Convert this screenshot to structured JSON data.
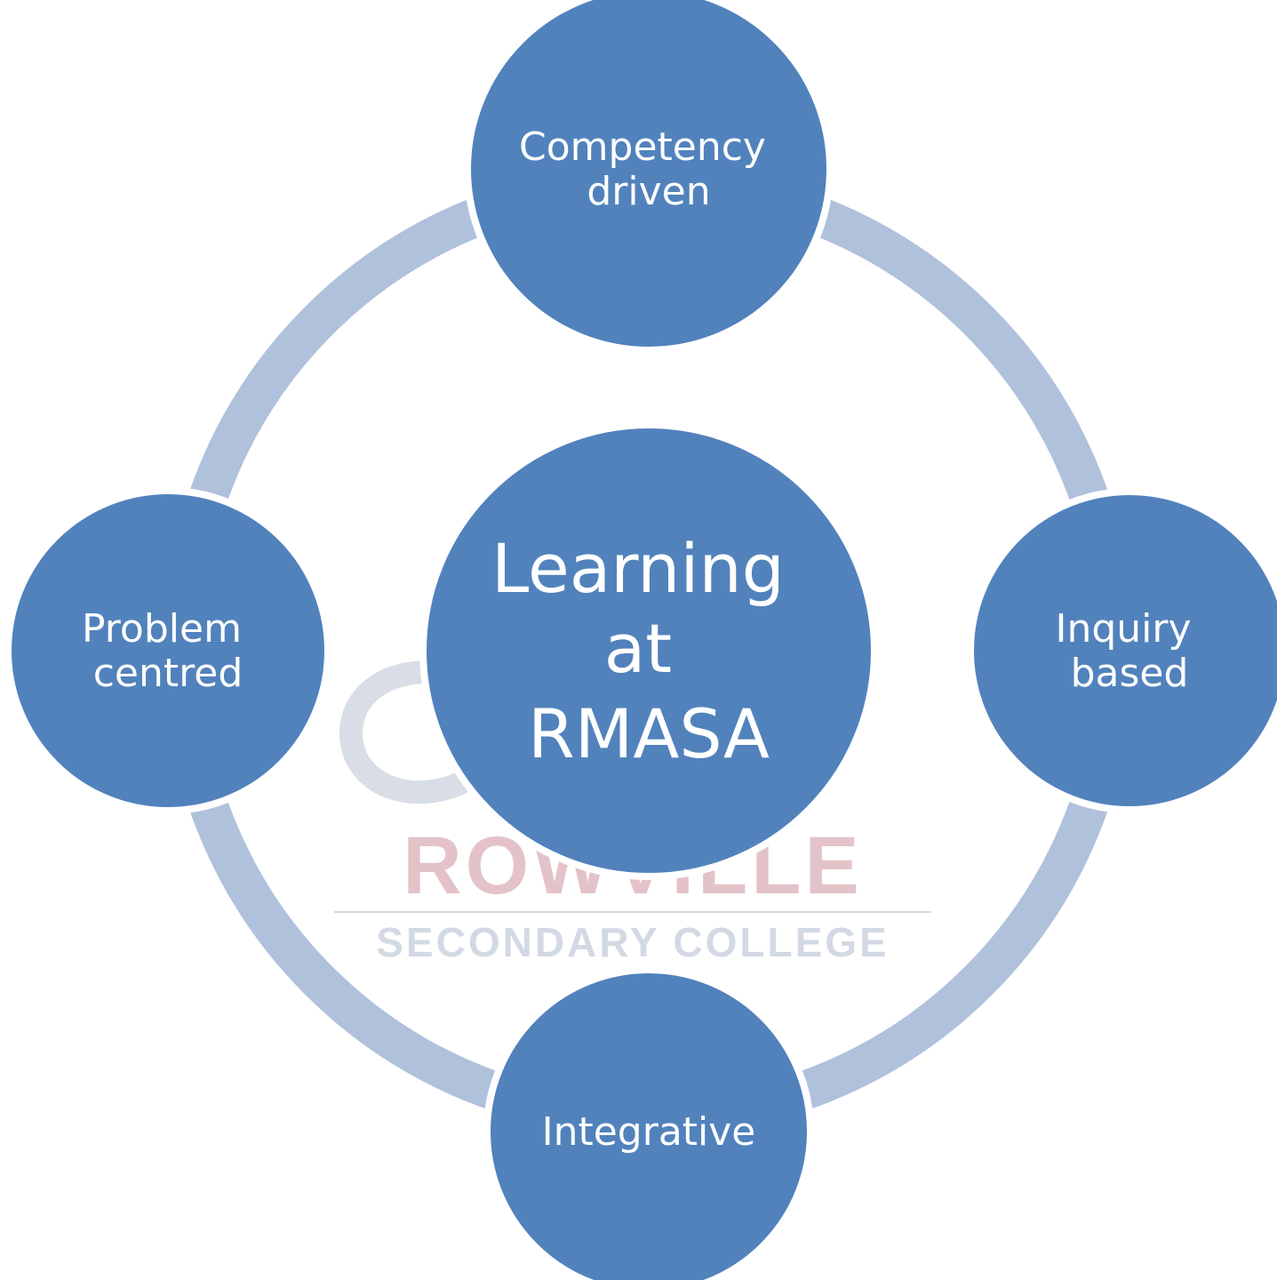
{
  "diagram": {
    "center": {
      "lines": [
        "Learning",
        "at",
        "RMASA"
      ]
    },
    "nodes": [
      {
        "id": "top",
        "lines": [
          "Competency",
          "driven"
        ]
      },
      {
        "id": "right",
        "lines": [
          "Inquiry",
          "based"
        ]
      },
      {
        "id": "bottom",
        "lines": [
          "Integrative"
        ]
      },
      {
        "id": "left",
        "lines": [
          "Problem",
          "centred"
        ]
      }
    ],
    "colors": {
      "node_fill": "#5182bc",
      "node_stroke": "#ffffff",
      "ring": "#b0c1dc",
      "text": "#ffffff"
    }
  },
  "watermark": {
    "name": "ROWVILLE",
    "subtitle": "SECONDARY COLLEGE",
    "name_color": "#e3c3c8",
    "subtitle_color": "#d3d9e4",
    "emblem_color": "#d8dde6"
  }
}
